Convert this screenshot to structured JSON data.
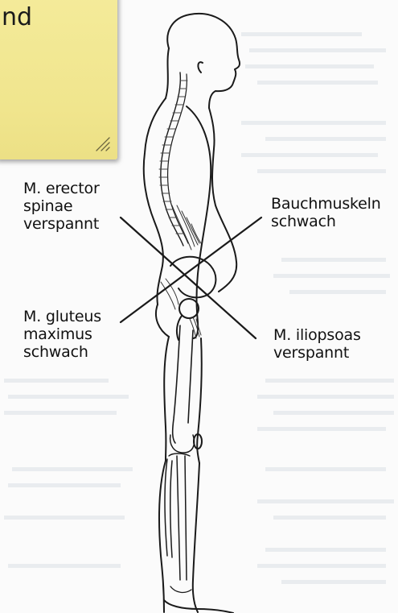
{
  "sticky_note": {
    "text": "nd",
    "color": "#f2e88f"
  },
  "labels": {
    "erector": "M. erector\nspinae\nverspannt",
    "gluteus": "M. gluteus\nmaximus\nschwach",
    "bauch": "Bauchmuskeln\nschwach",
    "iliopsoas": "M. iliopsoas\nverspannt"
  },
  "colors": {
    "line": "#1a1a1a",
    "background": "#fbfbfb"
  }
}
